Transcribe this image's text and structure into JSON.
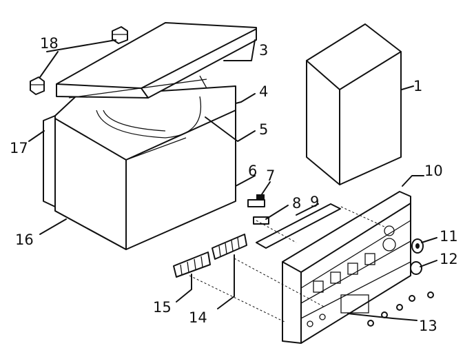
{
  "callouts": [
    "1",
    "3",
    "4",
    "5",
    "6",
    "7",
    "8",
    "9",
    "10",
    "11",
    "12",
    "13",
    "14",
    "15",
    "16",
    "17",
    "18"
  ]
}
